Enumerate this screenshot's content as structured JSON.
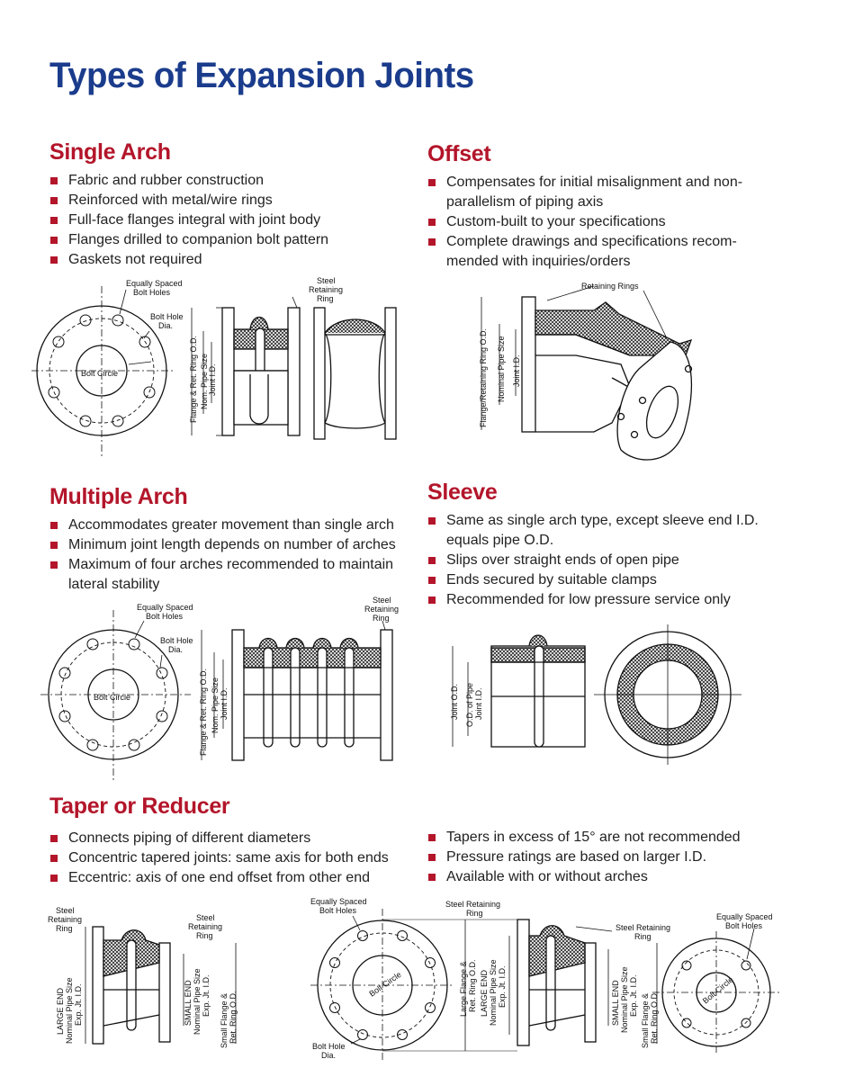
{
  "page": {
    "title": "Types of Expansion Joints"
  },
  "single_arch": {
    "heading": "Single Arch",
    "bullets": [
      "Fabric and rubber construction",
      "Reinforced with metal/wire rings",
      "Full-face flanges integral with joint body",
      "Flanges drilled to companion bolt pattern",
      "Gaskets not required"
    ],
    "labels": {
      "bolt_holes": [
        "Equally Spaced",
        "Bolt Holes"
      ],
      "bolt_hole_dia": [
        "Bolt Hole",
        "Dia."
      ],
      "bolt_circle": "Bolt Circle",
      "steel_ring": [
        "Steel",
        "Retaining",
        "Ring"
      ],
      "flange_od": "Flange & Ret. Ring O.D.",
      "nom_pipe": "Nom. Pipe Size",
      "joint_id": "Joint I.D."
    }
  },
  "offset": {
    "heading": "Offset",
    "bullets": [
      "Compensates for initial misalignment and non-\nparallelism of piping axis",
      "Custom-built to your specifications",
      "Complete drawings and specifications recom-\nmended with inquiries/orders"
    ],
    "labels": {
      "retaining_rings": "Retaining Rings",
      "flange_od": "Flange/Retaining Ring O.D.",
      "nom_pipe": "Nominal Pipe Size",
      "joint_id": "Joint I.D."
    }
  },
  "multiple_arch": {
    "heading": "Multiple Arch",
    "bullets": [
      "Accommodates greater movement than single arch",
      "Minimum joint length depends on number of arches",
      "Maximum of four arches recommended to maintain\nlateral stability"
    ],
    "labels": {
      "bolt_holes": [
        "Equally Spaced",
        "Bolt Holes"
      ],
      "bolt_hole_dia": [
        "Bolt Hole",
        "Dia."
      ],
      "bolt_circle": "Bolt Circle",
      "steel_ring": [
        "Steel",
        "Retaining",
        "Ring"
      ],
      "flange_od": "Flange & Ret. Ring O.D.",
      "nom_pipe": "Nom. Pipe Size",
      "joint_id": "Joint I.D."
    }
  },
  "sleeve": {
    "heading": "Sleeve",
    "bullets": [
      "Same as single arch type, except sleeve end I.D.\nequals pipe O.D.",
      "Slips over straight ends of open pipe",
      "Ends secured by suitable clamps",
      "Recommended for low pressure service only"
    ],
    "labels": {
      "joint_od": "Joint O.D.",
      "od_pipe": "O.D. of Pipe",
      "joint_id": "Joint I.D."
    }
  },
  "taper": {
    "heading": "Taper or Reducer",
    "bullets_left": [
      "Connects piping of different diameters",
      "Concentric tapered joints: same axis for both ends",
      "Eccentric: axis of one end offset from other end"
    ],
    "bullets_right": [
      "Tapers in excess of 15° are not recommended",
      "Pressure ratings are based on larger I.D.",
      "Available with or without arches"
    ],
    "labels": {
      "steel_ring": [
        "Steel",
        "Retaining",
        "Ring"
      ],
      "large_end": [
        "LARGE END",
        "Nominal Pipe Size",
        "Exp. Jt. I.D."
      ],
      "small_end": [
        "SMALL END",
        "Nominal Pipe Size",
        "Exp. Jt. I.D."
      ],
      "small_flange": [
        "Small Flange &",
        "Ret. Ring O.D."
      ],
      "large_flange": [
        "Large Flange &",
        "Ret. Ring O.D."
      ],
      "bolt_holes": [
        "Equally Spaced",
        "Bolt Holes"
      ],
      "bolt_hole_dia": [
        "Bolt Hole",
        "Dia."
      ],
      "bolt_circle": "Bolt Circle"
    }
  }
}
